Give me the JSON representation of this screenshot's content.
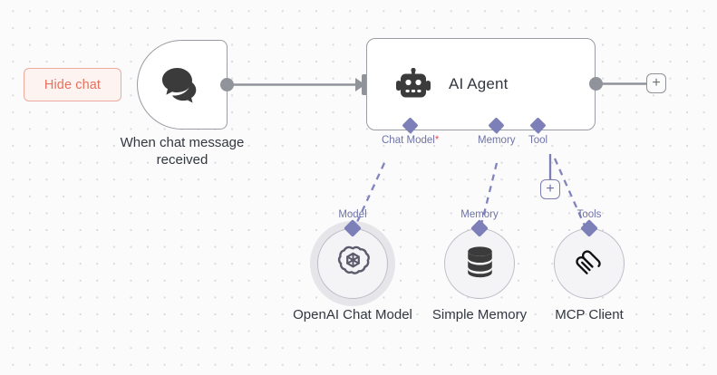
{
  "app": {
    "name": "n8n-workflow-canvas",
    "background_color": "#fbfbfc",
    "grid_dot_color": "#d9d9e0"
  },
  "toolbar": {
    "hide_chat_label": "Hide chat",
    "hide_chat_text_color": "#e8705c",
    "hide_chat_bg_color": "#fdf4f2",
    "hide_chat_border_color": "#eeaa9c"
  },
  "nodes": {
    "trigger": {
      "title": "When chat message received",
      "icon": "chat-bubbles-icon",
      "shape": "rounded-left-pill",
      "border_color": "#9a9ca3",
      "fill_color": "#ffffff"
    },
    "agent": {
      "title": "AI Agent",
      "icon": "robot-icon",
      "border_color": "#9a9ca3",
      "fill_color": "#ffffff",
      "text_color": "#33373f"
    },
    "openai": {
      "name": "OpenAI Chat Model",
      "connector_label": "Model",
      "icon": "openai-logo-icon",
      "selected": true,
      "circle_fill": "#f4f4f7",
      "circle_border": "#bcbdc6"
    },
    "memory": {
      "name": "Simple Memory",
      "connector_label": "Memory",
      "icon": "database-icon",
      "selected": false,
      "circle_fill": "#f4f4f7",
      "circle_border": "#bcbdc6"
    },
    "mcp": {
      "name": "MCP Client",
      "connector_label": "Tools",
      "icon": "mcp-logo-icon",
      "selected": false,
      "circle_fill": "#f4f4f7",
      "circle_border": "#bcbdc6"
    }
  },
  "agent_connectors": [
    {
      "label": "Chat Model",
      "required": true,
      "required_marker": "*",
      "color": "#7d80b8"
    },
    {
      "label": "Memory",
      "required": false,
      "required_marker": "",
      "color": "#7d80b8"
    },
    {
      "label": "Tool",
      "required": false,
      "required_marker": "",
      "color": "#7d80b8"
    }
  ],
  "buttons": {
    "plus_glyph": "+",
    "plus_main_color": "#8e9197",
    "plus_tool_color": "#7c7fb5"
  },
  "edges": {
    "main_color": "#909399",
    "sub_color": "#8184bd",
    "sub_dash": "7 6"
  }
}
